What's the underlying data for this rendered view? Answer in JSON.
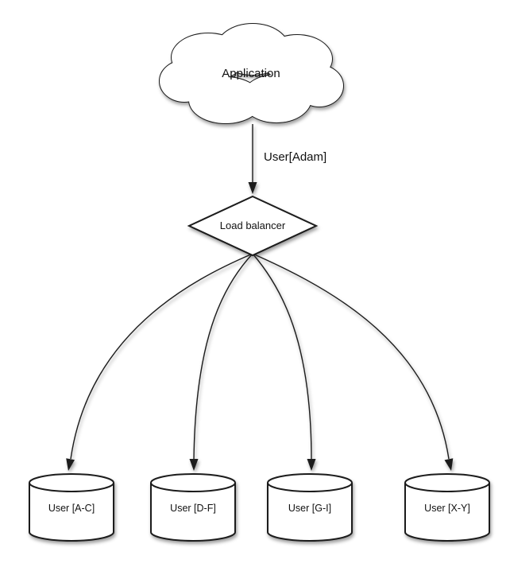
{
  "diagram": {
    "type": "architecture-sharding-diagram",
    "background_color": "#ffffff",
    "stroke_color": "#1a1a1a",
    "shape_fill_color": "#ffffff",
    "nodes": {
      "application": {
        "label": "Application",
        "shape": "cloud"
      },
      "load_balancer": {
        "label": "Load balancer",
        "shape": "diamond"
      },
      "shards": [
        {
          "label": "User [A-C]",
          "shape": "cylinder"
        },
        {
          "label": "User [D-F]",
          "shape": "cylinder"
        },
        {
          "label": "User [G-I]",
          "shape": "cylinder"
        },
        {
          "label": "User [X-Y]",
          "shape": "cylinder"
        }
      ]
    },
    "edges": {
      "app_to_lb": {
        "label": "User[Adam]",
        "from": "application",
        "to": "load_balancer"
      },
      "lb_to_shard_1": {
        "label": "",
        "from": "load_balancer",
        "to": "User [A-C]"
      },
      "lb_to_shard_2": {
        "label": "",
        "from": "load_balancer",
        "to": "User [D-F]"
      },
      "lb_to_shard_3": {
        "label": "",
        "from": "load_balancer",
        "to": "User [G-I]"
      },
      "lb_to_shard_4": {
        "label": "",
        "from": "load_balancer",
        "to": "User [X-Y]"
      }
    }
  }
}
